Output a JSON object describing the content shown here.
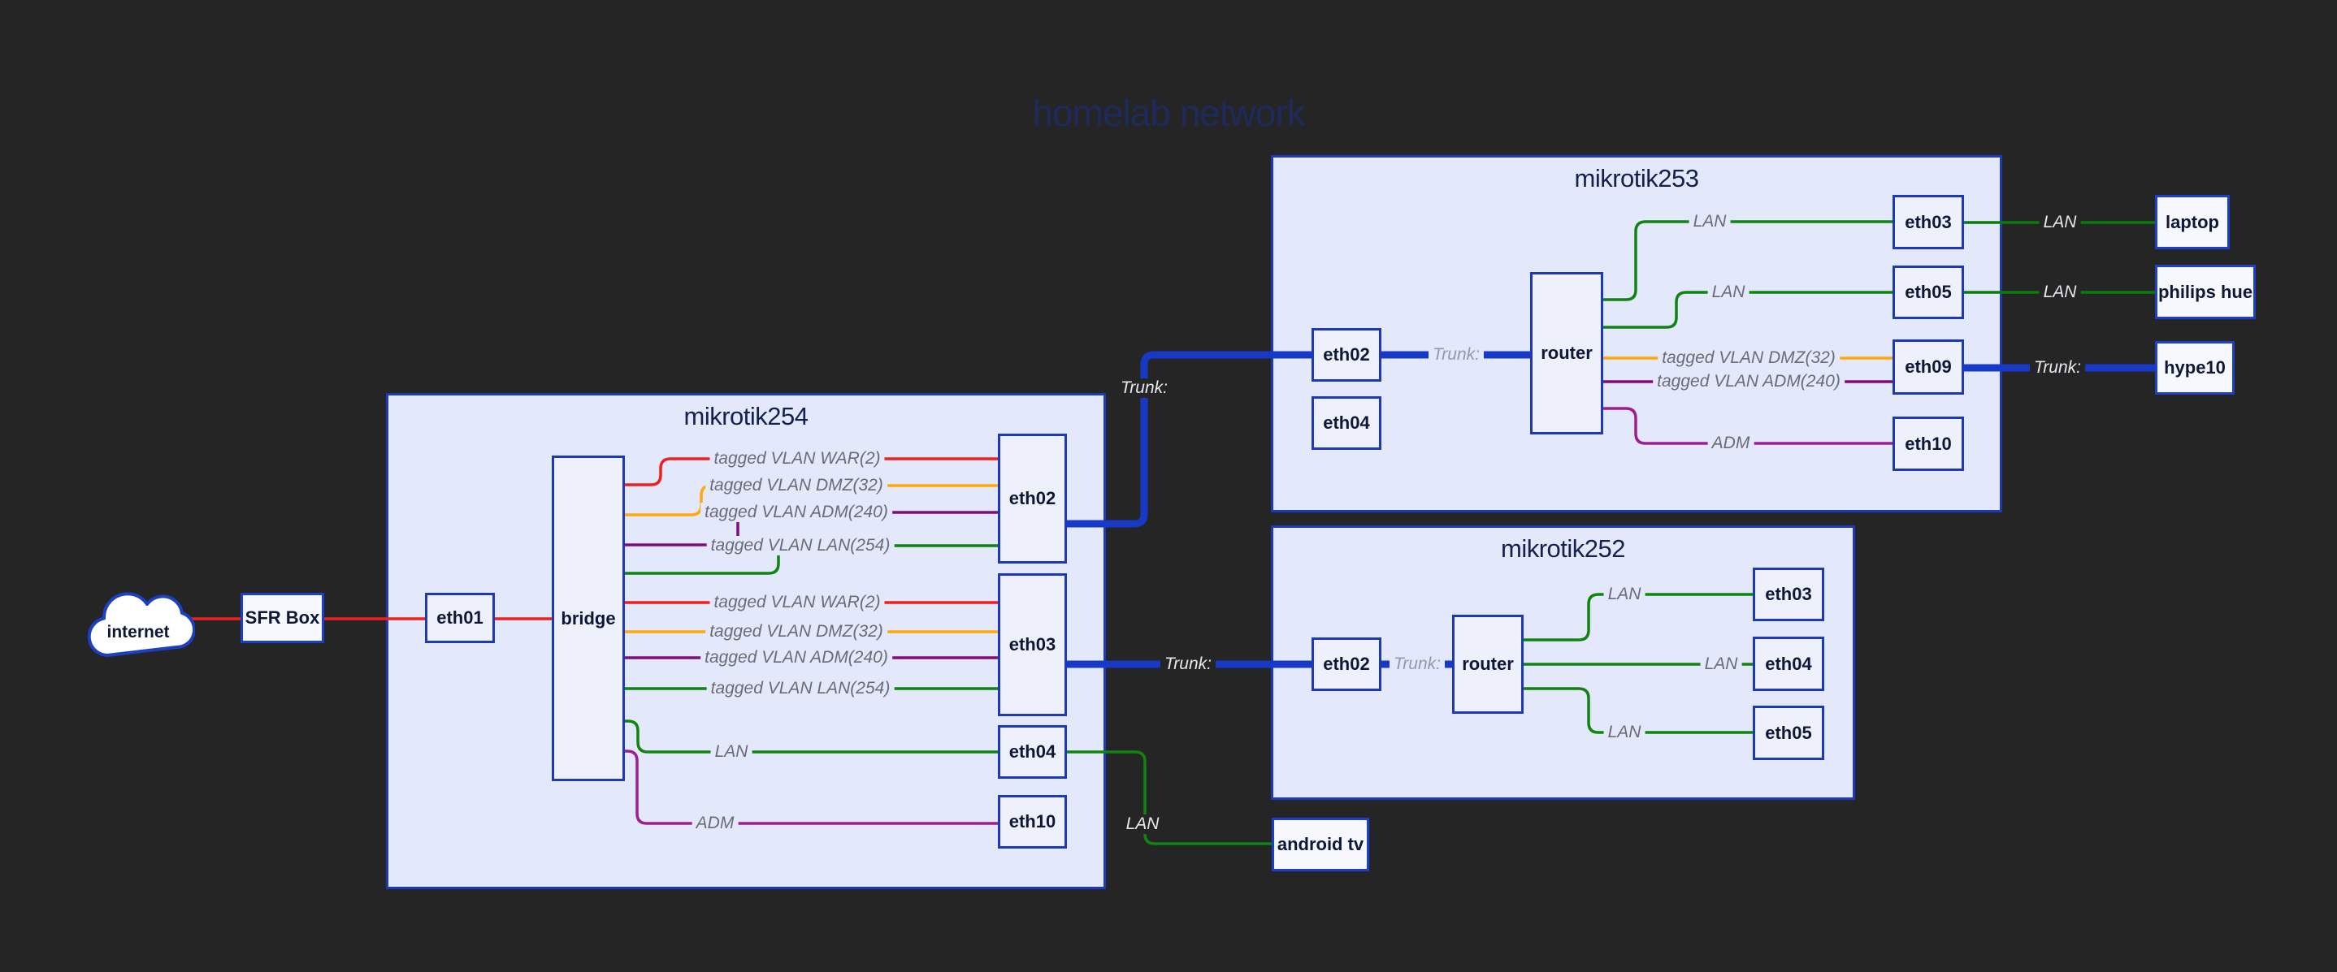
{
  "title": "homelab network",
  "colors": {
    "background": "#252525",
    "container_fill": "#e3e8fa",
    "node_fill": "#eef1fc",
    "device_fill": "#f7f8fe",
    "box_border": "#1c3ab5",
    "edge_red": "#f01f1f",
    "edge_orange": "#ffa80a",
    "edge_green": "#108410",
    "edge_purple": "#7c0e7d",
    "edge_magenta": "#9a1f92",
    "edge_trunk_blue": "#1838c6"
  },
  "external_nodes": {
    "internet": "internet",
    "sfr_box": "SFR Box",
    "laptop": "laptop",
    "philips_hue": "philips hue",
    "hype10": "hype10",
    "android_tv": "android tv"
  },
  "m254": {
    "title": "mikrotik254",
    "nodes": {
      "eth01": "eth01",
      "bridge": "bridge",
      "eth02": "eth02",
      "eth03": "eth03",
      "eth04": "eth04",
      "eth10": "eth10"
    }
  },
  "m253": {
    "title": "mikrotik253",
    "nodes": {
      "eth02": "eth02",
      "eth04": "eth04",
      "router": "router",
      "eth03": "eth03",
      "eth05": "eth05",
      "eth09": "eth09",
      "eth10": "eth10"
    }
  },
  "m252": {
    "title": "mikrotik252",
    "nodes": {
      "eth02": "eth02",
      "router": "router",
      "eth03": "eth03",
      "eth04": "eth04",
      "eth05": "eth05"
    }
  },
  "edge_labels": {
    "vlan_war": "tagged VLAN WAR(2)",
    "vlan_dmz": "tagged VLAN DMZ(32)",
    "vlan_adm": "tagged VLAN ADM(240)",
    "vlan_lan": "tagged VLAN LAN(254)",
    "lan": "LAN",
    "adm": "ADM",
    "trunk": "Trunk:"
  }
}
